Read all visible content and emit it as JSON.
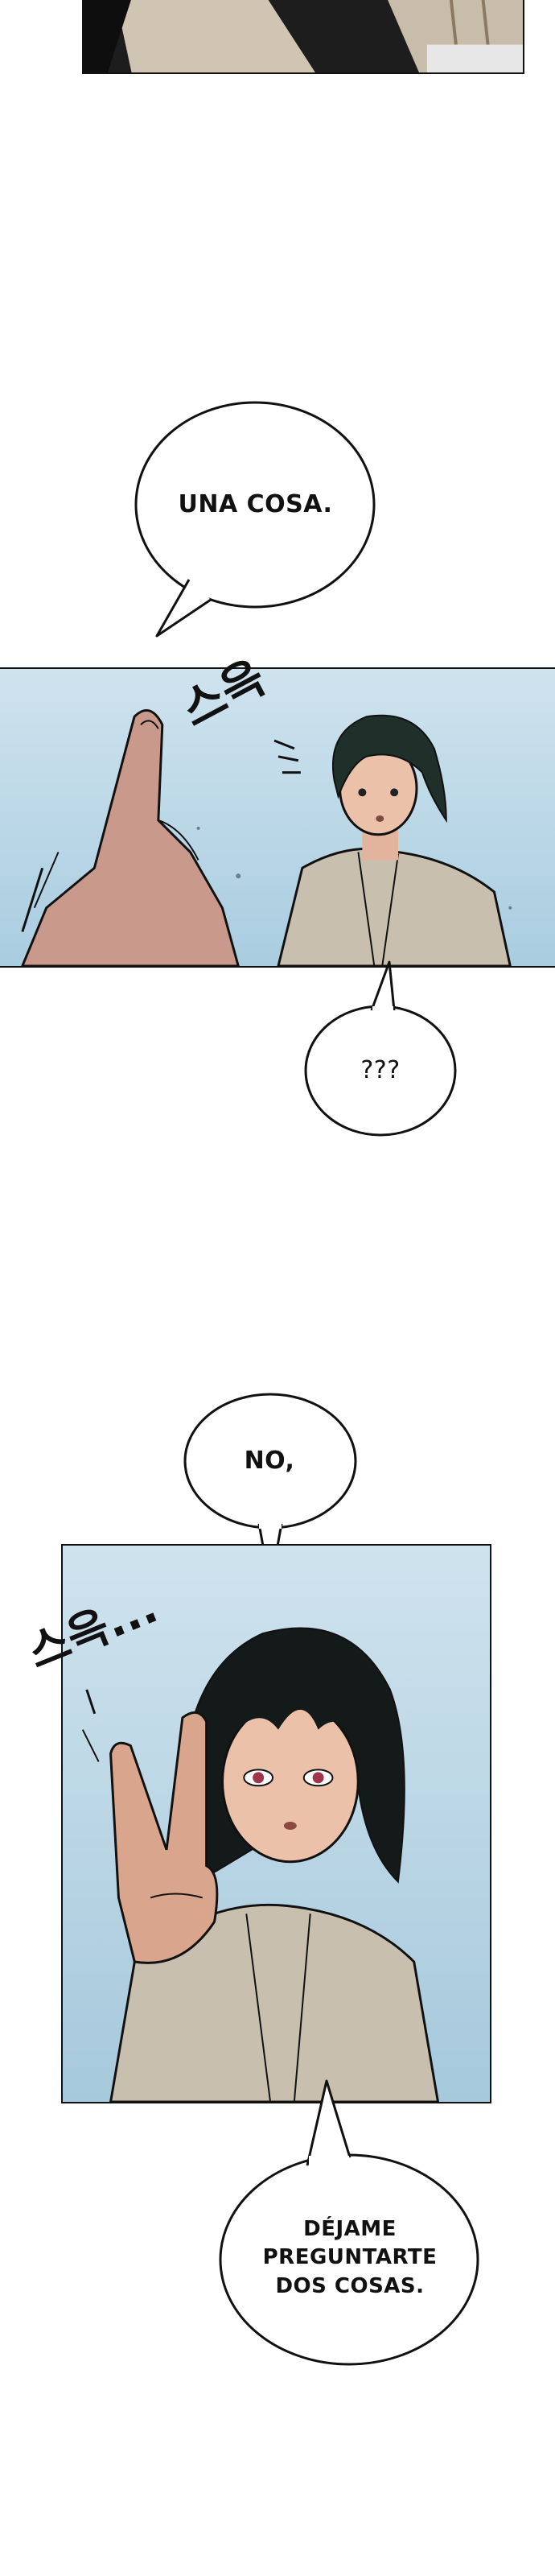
{
  "bubbles": {
    "one_thing": "UNA COSA.",
    "question": "???",
    "no": "NO,",
    "two_things": "DÉJAME\nPREGUNTARTE\nDOS COSAS."
  },
  "sfx": {
    "finger_raise": "스윽",
    "two_fingers": "스윽..."
  },
  "colors": {
    "panel_bg": "#bcd8e8",
    "skin": "#d9a58c",
    "robe": "#c9bfae",
    "hair": "#1f2f2a",
    "border": "#111111"
  }
}
